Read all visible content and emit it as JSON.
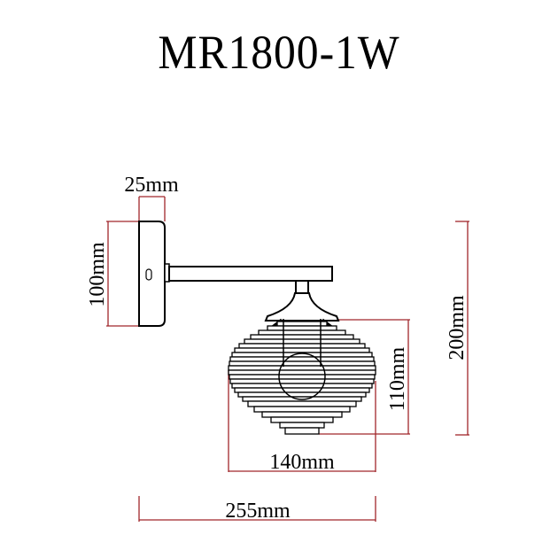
{
  "title": "MR1800-1W",
  "colors": {
    "outline": "#000000",
    "dimension_line": "#a0262b",
    "background": "#ffffff"
  },
  "dimensions": {
    "plate_depth": "25mm",
    "plate_height": "100mm",
    "shade_height": "110mm",
    "total_height": "200mm",
    "shade_width": "140mm",
    "total_projection": "255mm"
  },
  "plate_marking": "0"
}
